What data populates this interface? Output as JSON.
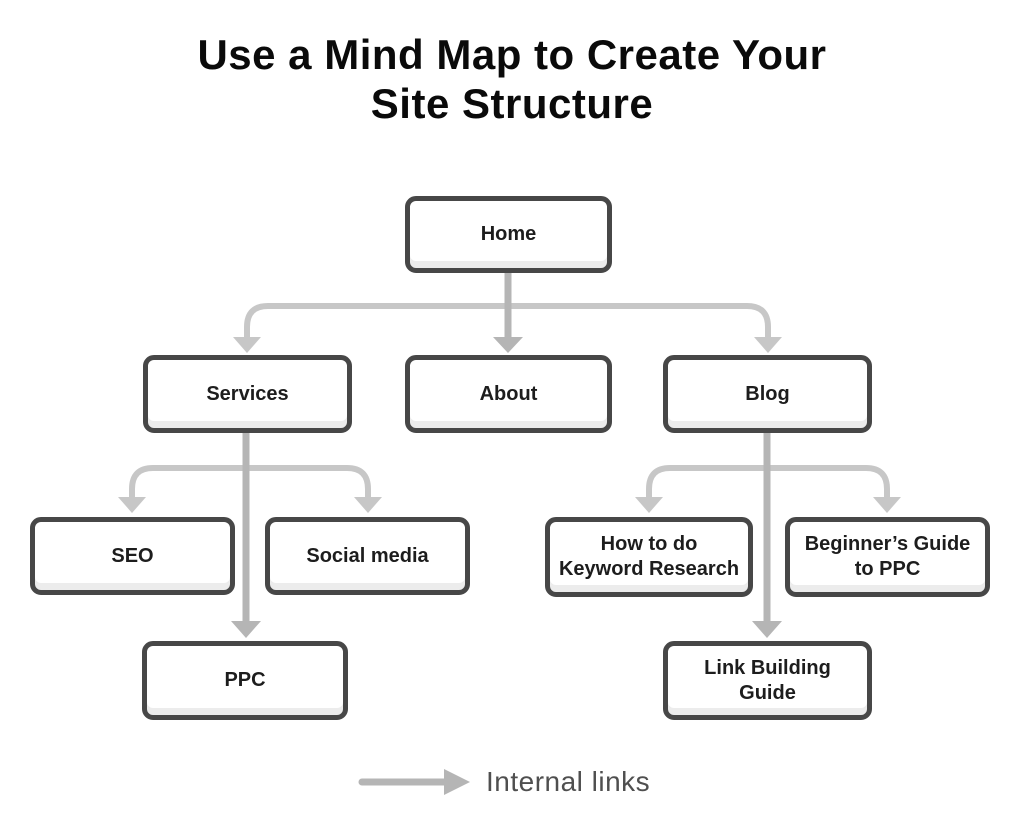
{
  "title": "Use a Mind Map to Create Your\nSite Structure",
  "nodes": {
    "home": {
      "label": "Home"
    },
    "services": {
      "label": "Services"
    },
    "about": {
      "label": "About"
    },
    "blog": {
      "label": "Blog"
    },
    "seo": {
      "label": "SEO"
    },
    "social_media": {
      "label": "Social media"
    },
    "keyword_research": {
      "label": "How to do\nKeyword Research"
    },
    "beginners_guide": {
      "label": "Beginner’s Guide\nto PPC"
    },
    "ppc": {
      "label": "PPC"
    },
    "link_building": {
      "label": "Link Building\nGuide"
    }
  },
  "edges": [
    {
      "from": "Home",
      "to": "Services"
    },
    {
      "from": "Home",
      "to": "About"
    },
    {
      "from": "Home",
      "to": "Blog"
    },
    {
      "from": "Services",
      "to": "SEO"
    },
    {
      "from": "Services",
      "to": "Social media"
    },
    {
      "from": "Services",
      "to": "PPC"
    },
    {
      "from": "Blog",
      "to": "How to do Keyword Research"
    },
    {
      "from": "Blog",
      "to": "Beginner’s Guide to PPC"
    },
    {
      "from": "Blog",
      "to": "Link Building Guide"
    }
  ],
  "legend": {
    "label": "Internal links",
    "arrow_icon": "right-arrow"
  },
  "colors": {
    "background": "#ffffff",
    "box_border": "#474747",
    "box_fill": "#ffffff",
    "box_bottom_shade": "#ececec",
    "branch_line": "#c7c7c7",
    "straight_arrow": "#b5b5b5",
    "title_text": "#0a0a0a",
    "node_text": "#1d1d1d",
    "legend_text": "#4f4f4f"
  }
}
